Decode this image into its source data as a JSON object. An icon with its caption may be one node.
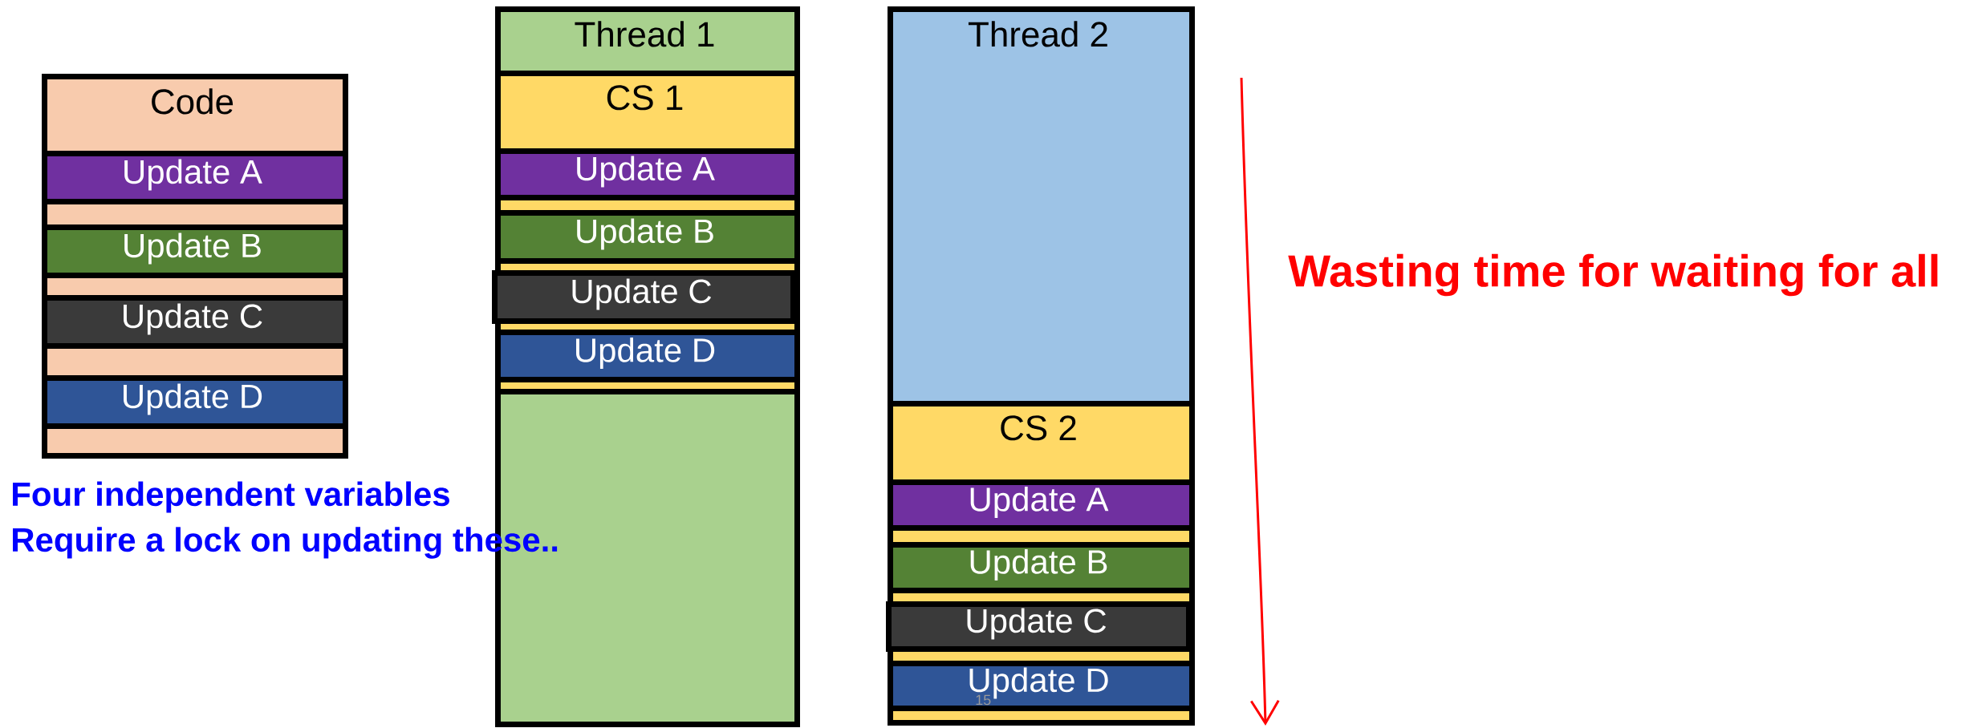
{
  "diagram": {
    "nodes": [
      {
        "text": [
          "Code"
        ]
      },
      {
        "text": [
          "Update A"
        ],
        "in": 0
      },
      {
        "text": [
          "Update B"
        ],
        "in": 0
      },
      {
        "text": [
          "Update C"
        ],
        "in": 0
      },
      {
        "text": [
          "Update D"
        ],
        "in": 0
      },
      {
        "text": [
          "Thread 1"
        ]
      },
      {
        "text": [
          "CS 1"
        ],
        "in": 5
      },
      {
        "text": [
          "Update A"
        ],
        "in": 6
      },
      {
        "text": [
          "Update B"
        ],
        "in": 6
      },
      {
        "text": [
          "Update C"
        ],
        "in": 6
      },
      {
        "text": [
          "Update D"
        ],
        "in": 6
      },
      {
        "text": [
          "Thread 2"
        ]
      },
      {
        "text": [
          "CS 2"
        ]
      },
      {
        "text": [
          "Update A"
        ],
        "in": 12
      },
      {
        "text": [
          "Update B"
        ],
        "in": 12
      },
      {
        "text": [
          "Update C"
        ],
        "in": 12
      },
      {
        "text": [
          "Update D"
        ],
        "in": 12
      }
    ],
    "labels": [
      "Four independent variables",
      "Require a lock on updating these..",
      "Wasting time for waiting for all",
      "15"
    ]
  }
}
